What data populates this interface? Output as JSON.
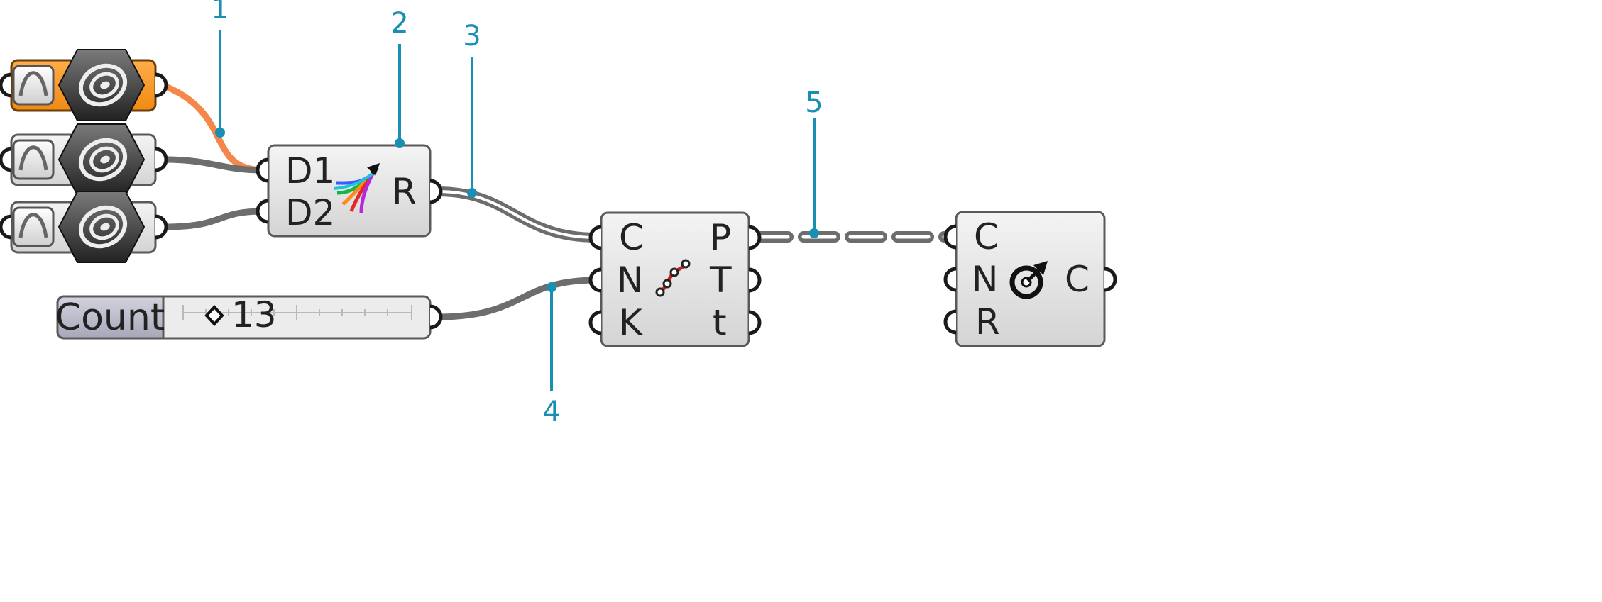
{
  "callouts": [
    {
      "label": "1"
    },
    {
      "label": "2"
    },
    {
      "label": "3"
    },
    {
      "label": "4"
    },
    {
      "label": "5"
    }
  ],
  "curve_params": [
    {
      "name": "curve-param-1",
      "icon": "curve-param-icon",
      "state": "selected"
    },
    {
      "name": "curve-param-2",
      "icon": "curve-param-icon",
      "state": "normal"
    },
    {
      "name": "curve-param-3",
      "icon": "curve-param-icon",
      "state": "normal"
    }
  ],
  "merge": {
    "inputs": [
      "D1",
      "D2"
    ],
    "output": "R",
    "icon": "merge-icon"
  },
  "slider": {
    "title": "Count",
    "value": "13"
  },
  "divide": {
    "inputs": [
      "C",
      "N",
      "K"
    ],
    "outputs": [
      "P",
      "T",
      "t"
    ],
    "icon": "divide-curve-icon"
  },
  "circle": {
    "inputs": [
      "C",
      "N",
      "R"
    ],
    "output": "C",
    "icon": "circle-icon"
  },
  "colors": {
    "selected_fill": "#f7941d",
    "selected_wire": "#f4874b",
    "wire": "#6d6d6d",
    "component_fill": "#e6e6e6",
    "callout": "#1a8fb4"
  }
}
